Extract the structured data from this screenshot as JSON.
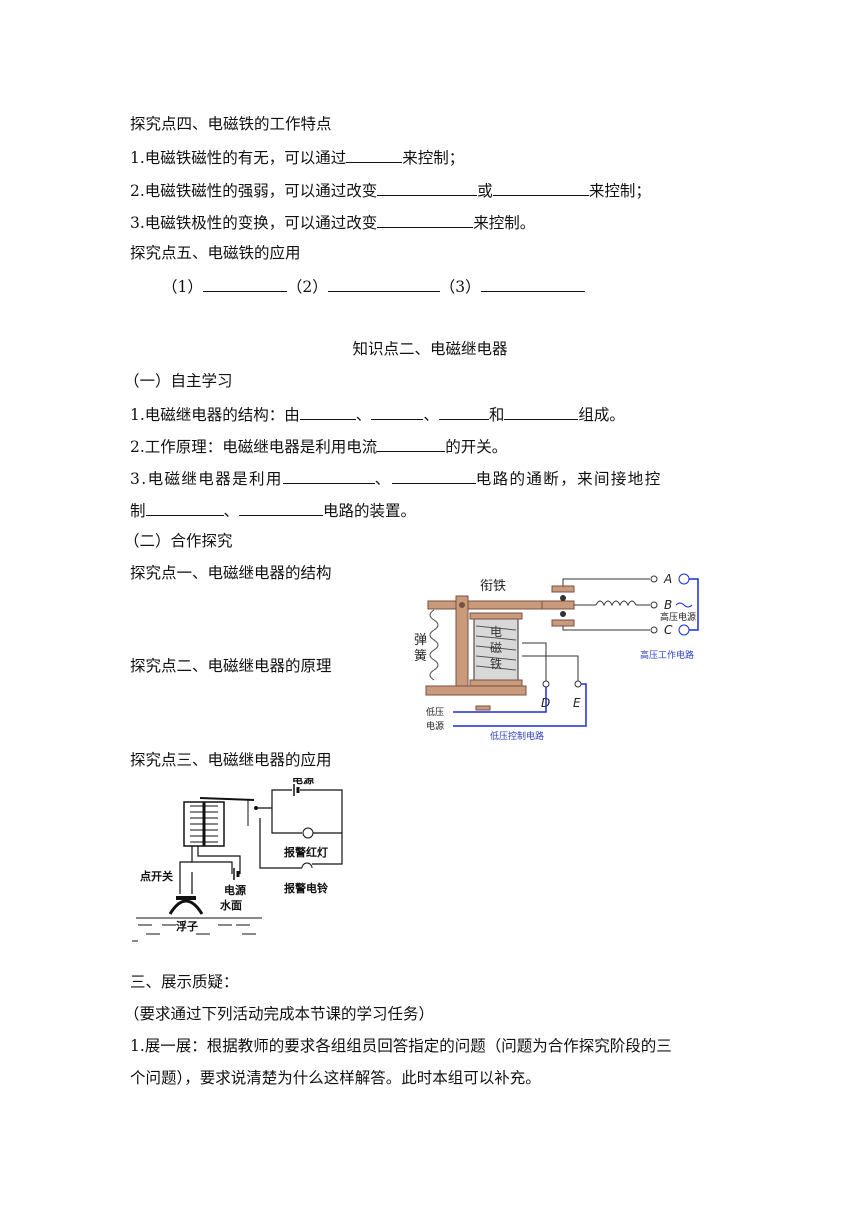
{
  "section4": {
    "title": "探究点四、电磁铁的工作特点",
    "l1_a": "1.电磁铁磁性的有无，可以通过",
    "l1_b": "来控制；",
    "l2_a": "2.电磁铁磁性的强弱，可以通过改变",
    "l2_b": "或",
    "l2_c": "来控制；",
    "l3_a": "3.电磁铁极性的变换，可以通过改变",
    "l3_b": "来控制。"
  },
  "section5": {
    "title": "探究点五、电磁铁的应用",
    "p1": "（1）",
    "p2": "（2）",
    "p3": "（3）"
  },
  "k2": {
    "title": "知识点二、电磁继电器",
    "self_title": "（一）自主学习",
    "q1_a": "1.电磁继电器的结构：由",
    "q1_sep1": "、",
    "q1_sep2": "、",
    "q1_and": "和",
    "q1_end": "组成。",
    "q2_a": "2.工作原理：电磁继电器是利用电流",
    "q2_b": "的开关。",
    "q3_a": "3.电磁继电器是利用",
    "q3_sep": "、",
    "q3_b": "电路的通断，来间接地控",
    "q3_c": "制",
    "q3_d": "、",
    "q3_e": "电路的装置。",
    "coop_title": "（二）合作探究",
    "e1": "探究点一、电磁继电器的结构",
    "e2": "探究点二、电磁继电器的原理",
    "e3": "探究点三、电磁继电器的应用"
  },
  "diagram1": {
    "armature": "衔铁",
    "spring_1": "弹",
    "spring_2": "簧",
    "core_1": "电",
    "core_2": "磁",
    "core_3": "铁",
    "A": "A",
    "B": "B",
    "C": "C",
    "D": "D",
    "E": "E",
    "hv_source": "高压电源",
    "hv_circuit": "高压工作电路",
    "lv_1": "低压",
    "lv_2": "电源",
    "lv_circuit": "低压控制电路"
  },
  "diagram2": {
    "power_top": "电源",
    "alarm_light": "报警红灯",
    "alarm_bell": "报警电铃",
    "contact": "点开关",
    "power_mid": "电源",
    "water": "水面",
    "float": "浮子"
  },
  "part3": {
    "title": "三、展示质疑：",
    "req": "（要求通过下列活动完成本节课的学习任务）",
    "p1": "1.展一展：根据教师的要求各组组员回答指定的问题（问题为合作探究阶段的三",
    "p2": "个问题），要求说清楚为什么这样解答。此时本组可以补充。"
  },
  "colors": {
    "wire_blue": "#1d2fd4",
    "label_blue": "#2c3fbf",
    "frame_tan": "#b8876a"
  }
}
